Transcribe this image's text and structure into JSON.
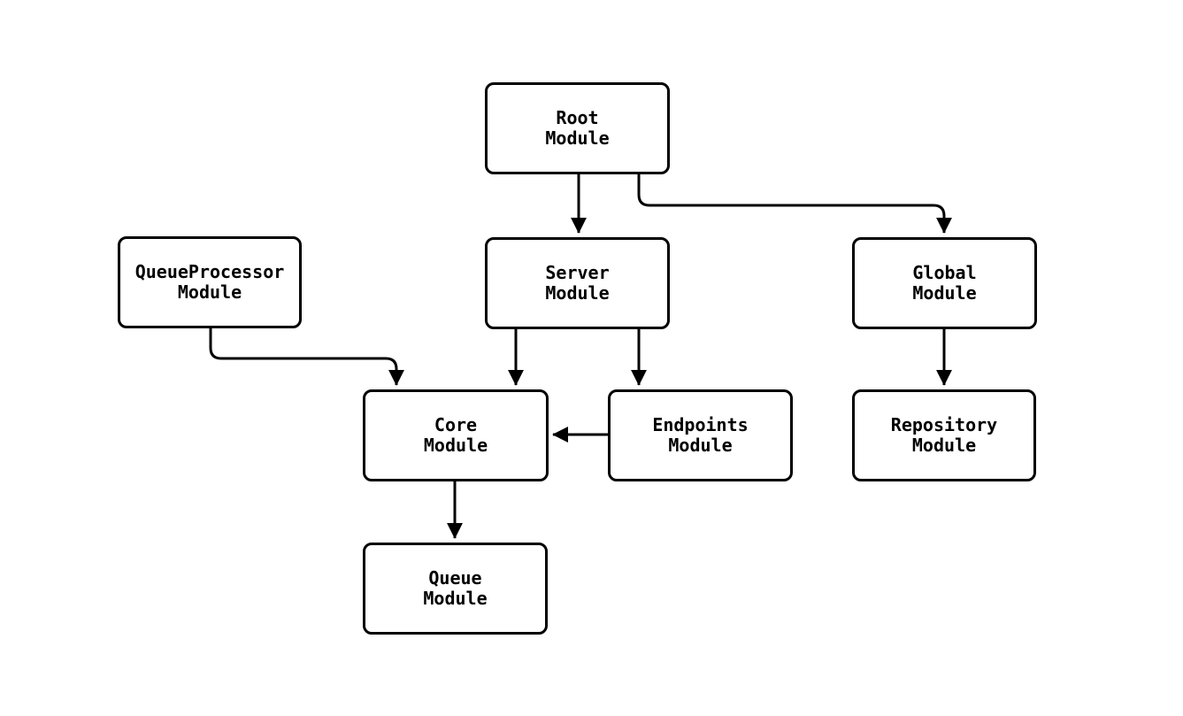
{
  "diagram": {
    "title": "module-dependency-diagram",
    "colors": {
      "background": "#ffffff",
      "node_fill": "#ffffff",
      "stroke": "#000000",
      "text": "#000000"
    },
    "nodes": [
      {
        "id": "root",
        "label": "Root\nModule"
      },
      {
        "id": "queueprocessor",
        "label": "QueueProcessor\nModule"
      },
      {
        "id": "server",
        "label": "Server\nModule"
      },
      {
        "id": "global",
        "label": "Global\nModule"
      },
      {
        "id": "core",
        "label": "Core\nModule"
      },
      {
        "id": "endpoints",
        "label": "Endpoints\nModule"
      },
      {
        "id": "repository",
        "label": "Repository\nModule"
      },
      {
        "id": "queue",
        "label": "Queue\nModule"
      }
    ],
    "edges": [
      {
        "from": "root",
        "to": "server"
      },
      {
        "from": "root",
        "to": "global"
      },
      {
        "from": "queueprocessor",
        "to": "core"
      },
      {
        "from": "server",
        "to": "core"
      },
      {
        "from": "server",
        "to": "endpoints"
      },
      {
        "from": "endpoints",
        "to": "core"
      },
      {
        "from": "global",
        "to": "repository"
      },
      {
        "from": "core",
        "to": "queue"
      }
    ]
  }
}
